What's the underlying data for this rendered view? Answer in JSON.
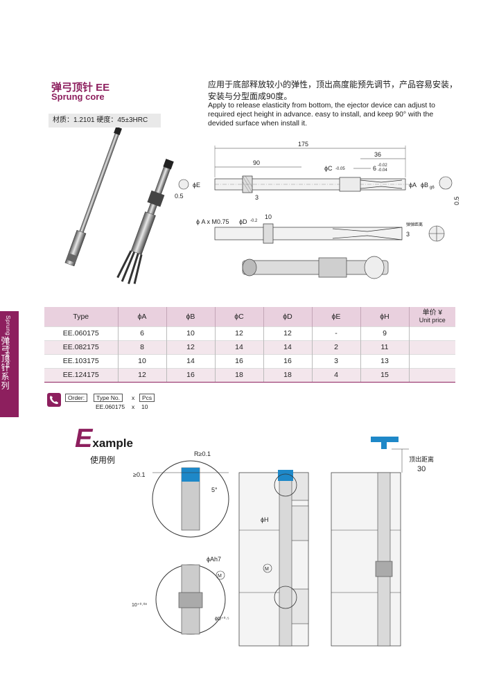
{
  "side_tab": {
    "en": "Sprung core series",
    "cn": "弹弓顶针系列"
  },
  "product": {
    "title_cn": "弹弓顶针 EE",
    "title_en": "Sprung core",
    "material": "材质：1.2101  硬度：45±3HRC"
  },
  "description": {
    "cn": "应用于底部释放较小的弹性，顶出高度能预先调节，产品容易安装，安装与分型面成90度。",
    "en": "Apply to release elasticity from bottom, the ejector device can adjust to required eject height in advance. easy to install, and keep 90° with the devided surface when install it."
  },
  "drawing_labels": {
    "l175": "175",
    "l90": "90",
    "l36": "36",
    "l6": "6",
    "tol6": "-0.02",
    "tol6b": "-0.04",
    "phiC": "ϕC",
    "phiC_tol": "-0.05",
    "phiE": "ϕE",
    "half": "0.5",
    "half2": "0.5",
    "phiA": "ϕA",
    "phiB": "ϕB",
    "g6": "g6",
    "hex": "3",
    "phiAM": "ϕ A x M0.75",
    "phiD": "ϕD",
    "phiD_tol": "-0.2",
    "l10": "10",
    "l3": "3",
    "note": "弹弹距离"
  },
  "table": {
    "headers": [
      "Type",
      "ϕA",
      "ϕB",
      "ϕC",
      "ϕD",
      "ϕE",
      "ϕH"
    ],
    "price_cn": "单价 ¥",
    "price_en": "Unit price",
    "rows": [
      [
        "EE.060175",
        "6",
        "10",
        "12",
        "12",
        "-",
        "9"
      ],
      [
        "EE.082175",
        "8",
        "12",
        "14",
        "14",
        "2",
        "11"
      ],
      [
        "EE.103175",
        "10",
        "14",
        "16",
        "16",
        "3",
        "13"
      ],
      [
        "EE.124175",
        "12",
        "16",
        "18",
        "18",
        "4",
        "15"
      ]
    ]
  },
  "order": {
    "label": "Order:",
    "type_no": "Type No.",
    "x": "x",
    "pcs": "Pcs",
    "code": "EE.060175",
    "x2": "x",
    "qty": "10"
  },
  "example": {
    "letter": "E",
    "rest": "xample",
    "cn": "使用例",
    "r_label": "R≥0.1",
    "ge_label": "≥0.1",
    "deg_label": "5°",
    "phiH": "ϕH",
    "M": "M",
    "M2": "M",
    "phiAh7": "ϕAh7",
    "tol10": "10⁺⁰·⁰³",
    "phiDtol": "ϕD⁺⁰·⁵",
    "eject_cn": "顶出距离",
    "eject_val": "30"
  },
  "colors": {
    "brand": "#8d1f5e",
    "header_bg": "#e9d0de",
    "row_alt": "#f3e6ec",
    "blue": "#1e88c8"
  }
}
